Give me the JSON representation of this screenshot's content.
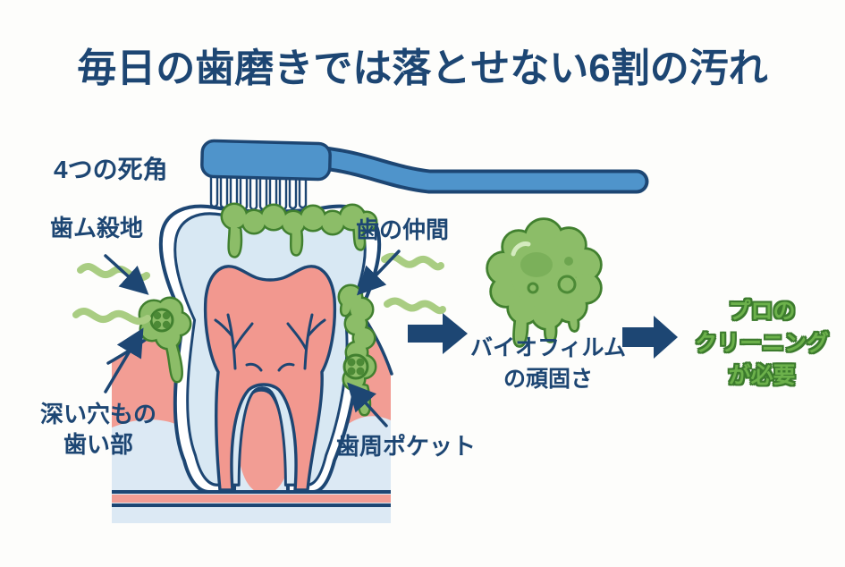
{
  "title": "毎日の歯磨きでは落とせない6割の汚れ",
  "diagram": {
    "heading": "4つの死角",
    "labels": {
      "gum_margin": "歯ム殺地",
      "between_teeth": "歯の仲間",
      "deep_groove_line1": "深い穴もの",
      "deep_groove_line2": "歯い部",
      "perio_pocket": "歯周ポケット"
    },
    "icons": [
      "toothbrush-icon",
      "tooth-cross-section",
      "plaque-top-blob",
      "plaque-left-blob",
      "plaque-right-blob",
      "odor-squiggles",
      "biofilm-blob-icon",
      "arrow-right-icon",
      "pointer-arrow-icon"
    ]
  },
  "flow": {
    "biofilm_line1": "バイオフィルム",
    "biofilm_line2": "の頑固さ",
    "result_line1": "プロの",
    "result_line2": "クリーニング",
    "result_line3": "が必要"
  },
  "colors": {
    "navy": "#1d4673",
    "brushBlue": "#4f94cb",
    "plaqueGreen": "#8cbd68",
    "plaqueOutline": "#41802f",
    "squiggleGreen": "#a9cd82",
    "gumPink": "#f29d94",
    "boxBlue": "#dce9f4",
    "dentinBlue": "#d8e8f3",
    "pulpPink": "#f2988f",
    "textGreen": "#6cb14b",
    "textGreenOutline": "#3c7b2d",
    "bg": "#fdfdfb"
  }
}
